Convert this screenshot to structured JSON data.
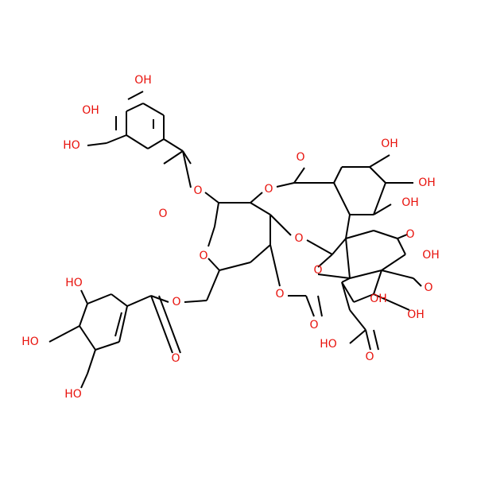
{
  "molecule": {
    "atom_color": "#e8120c",
    "bond_color": "#000000",
    "labels": {
      "OH": "OH",
      "HO": "HO",
      "O": "O"
    }
  }
}
